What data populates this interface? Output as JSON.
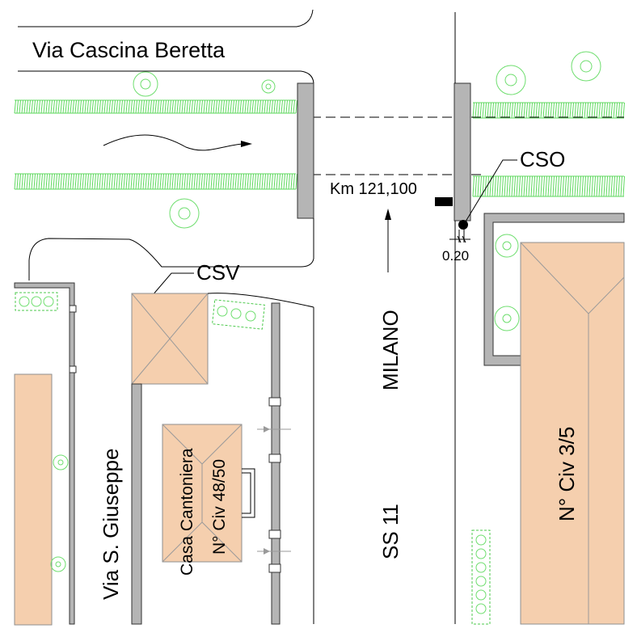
{
  "street_names": {
    "via_cascina_beretta": "Via Cascina Beretta",
    "via_s_giuseppe": "Via S. Giuseppe",
    "ss11": "SS 11",
    "milano": "MILANO"
  },
  "building_labels": {
    "casa_cantoniera": "Casa Cantoniera",
    "civ_48_50": "N° Civ 48/50",
    "civ_3_5": "N° Civ 3/5"
  },
  "markers": {
    "cso": "CSO",
    "csv": "CSV",
    "km": "Km 121,100",
    "dimension": "0.20"
  },
  "colors": {
    "building_fill": "#f5cfae",
    "vegetation": "#5fd85f",
    "wall": "#b5b5b5",
    "line": "#000000"
  },
  "icons": {
    "flow_arrow": "water-flow-arrow-icon",
    "direction_arrow": "north-arrow-icon",
    "manhole": "manhole-icon",
    "cabinet": "cabinet-icon"
  }
}
